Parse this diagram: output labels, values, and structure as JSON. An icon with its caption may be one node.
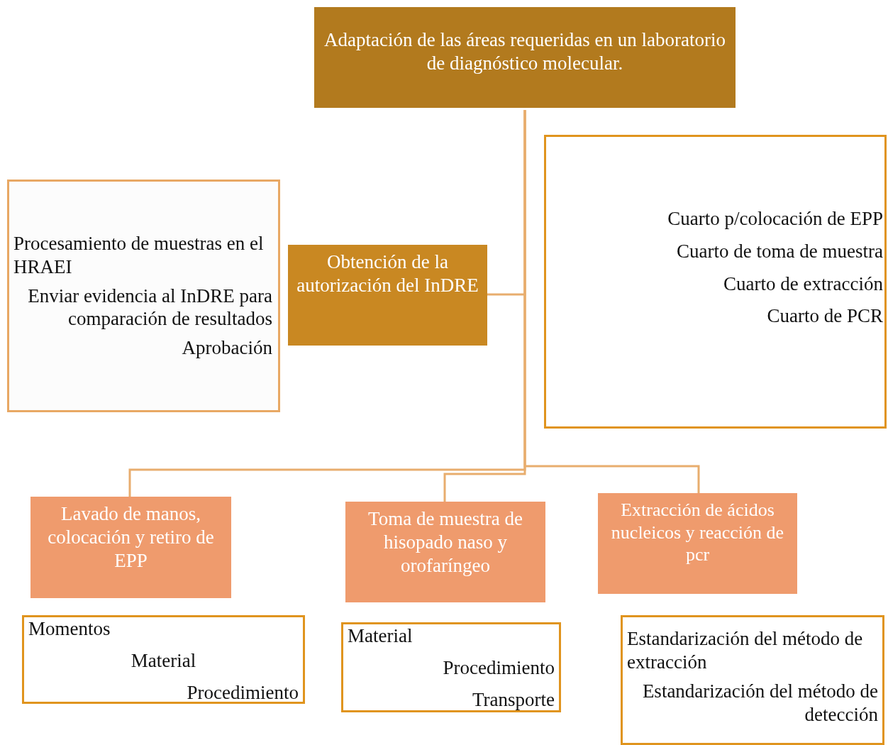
{
  "diagram": {
    "nodes": [
      {
        "text": [
          "Adaptación de las áreas requeridas en un laboratorio de diagnóstico molecular."
        ]
      },
      {
        "text": [
          "Procesamiento de muestras en el HRAEI",
          "Enviar evidencia al InDRE para comparación de resultados",
          "Aprobación"
        ]
      },
      {
        "text": [
          "Obtención de la autorización del InDRE"
        ]
      },
      {
        "text": [
          "Cuarto p/colocación de EPP",
          "Cuarto de toma de muestra",
          "Cuarto de extracción",
          "Cuarto de PCR"
        ]
      },
      {
        "text": [
          "Lavado de manos, colocación y retiro de EPP"
        ]
      },
      {
        "text": [
          "Toma de muestra  de hisopado naso y orofaríngeo"
        ]
      },
      {
        "text": [
          "Extracción de ácidos nucleicos y reacción de pcr"
        ]
      },
      {
        "text": [
          "Momentos",
          "Material",
          "Procedimiento"
        ]
      },
      {
        "text": [
          "Material",
          "Procedimiento",
          "Transporte"
        ]
      },
      {
        "text": [
          "Estandarización del método de extracción",
          "Estandarización del método de detección"
        ]
      }
    ],
    "edges": [
      {
        "from": 0,
        "to": 2,
        "arrow": "none"
      },
      {
        "from": 0,
        "to": 4,
        "arrow": "none"
      },
      {
        "from": 0,
        "to": 5,
        "arrow": "none"
      },
      {
        "from": 0,
        "to": 6,
        "arrow": "none"
      }
    ]
  }
}
